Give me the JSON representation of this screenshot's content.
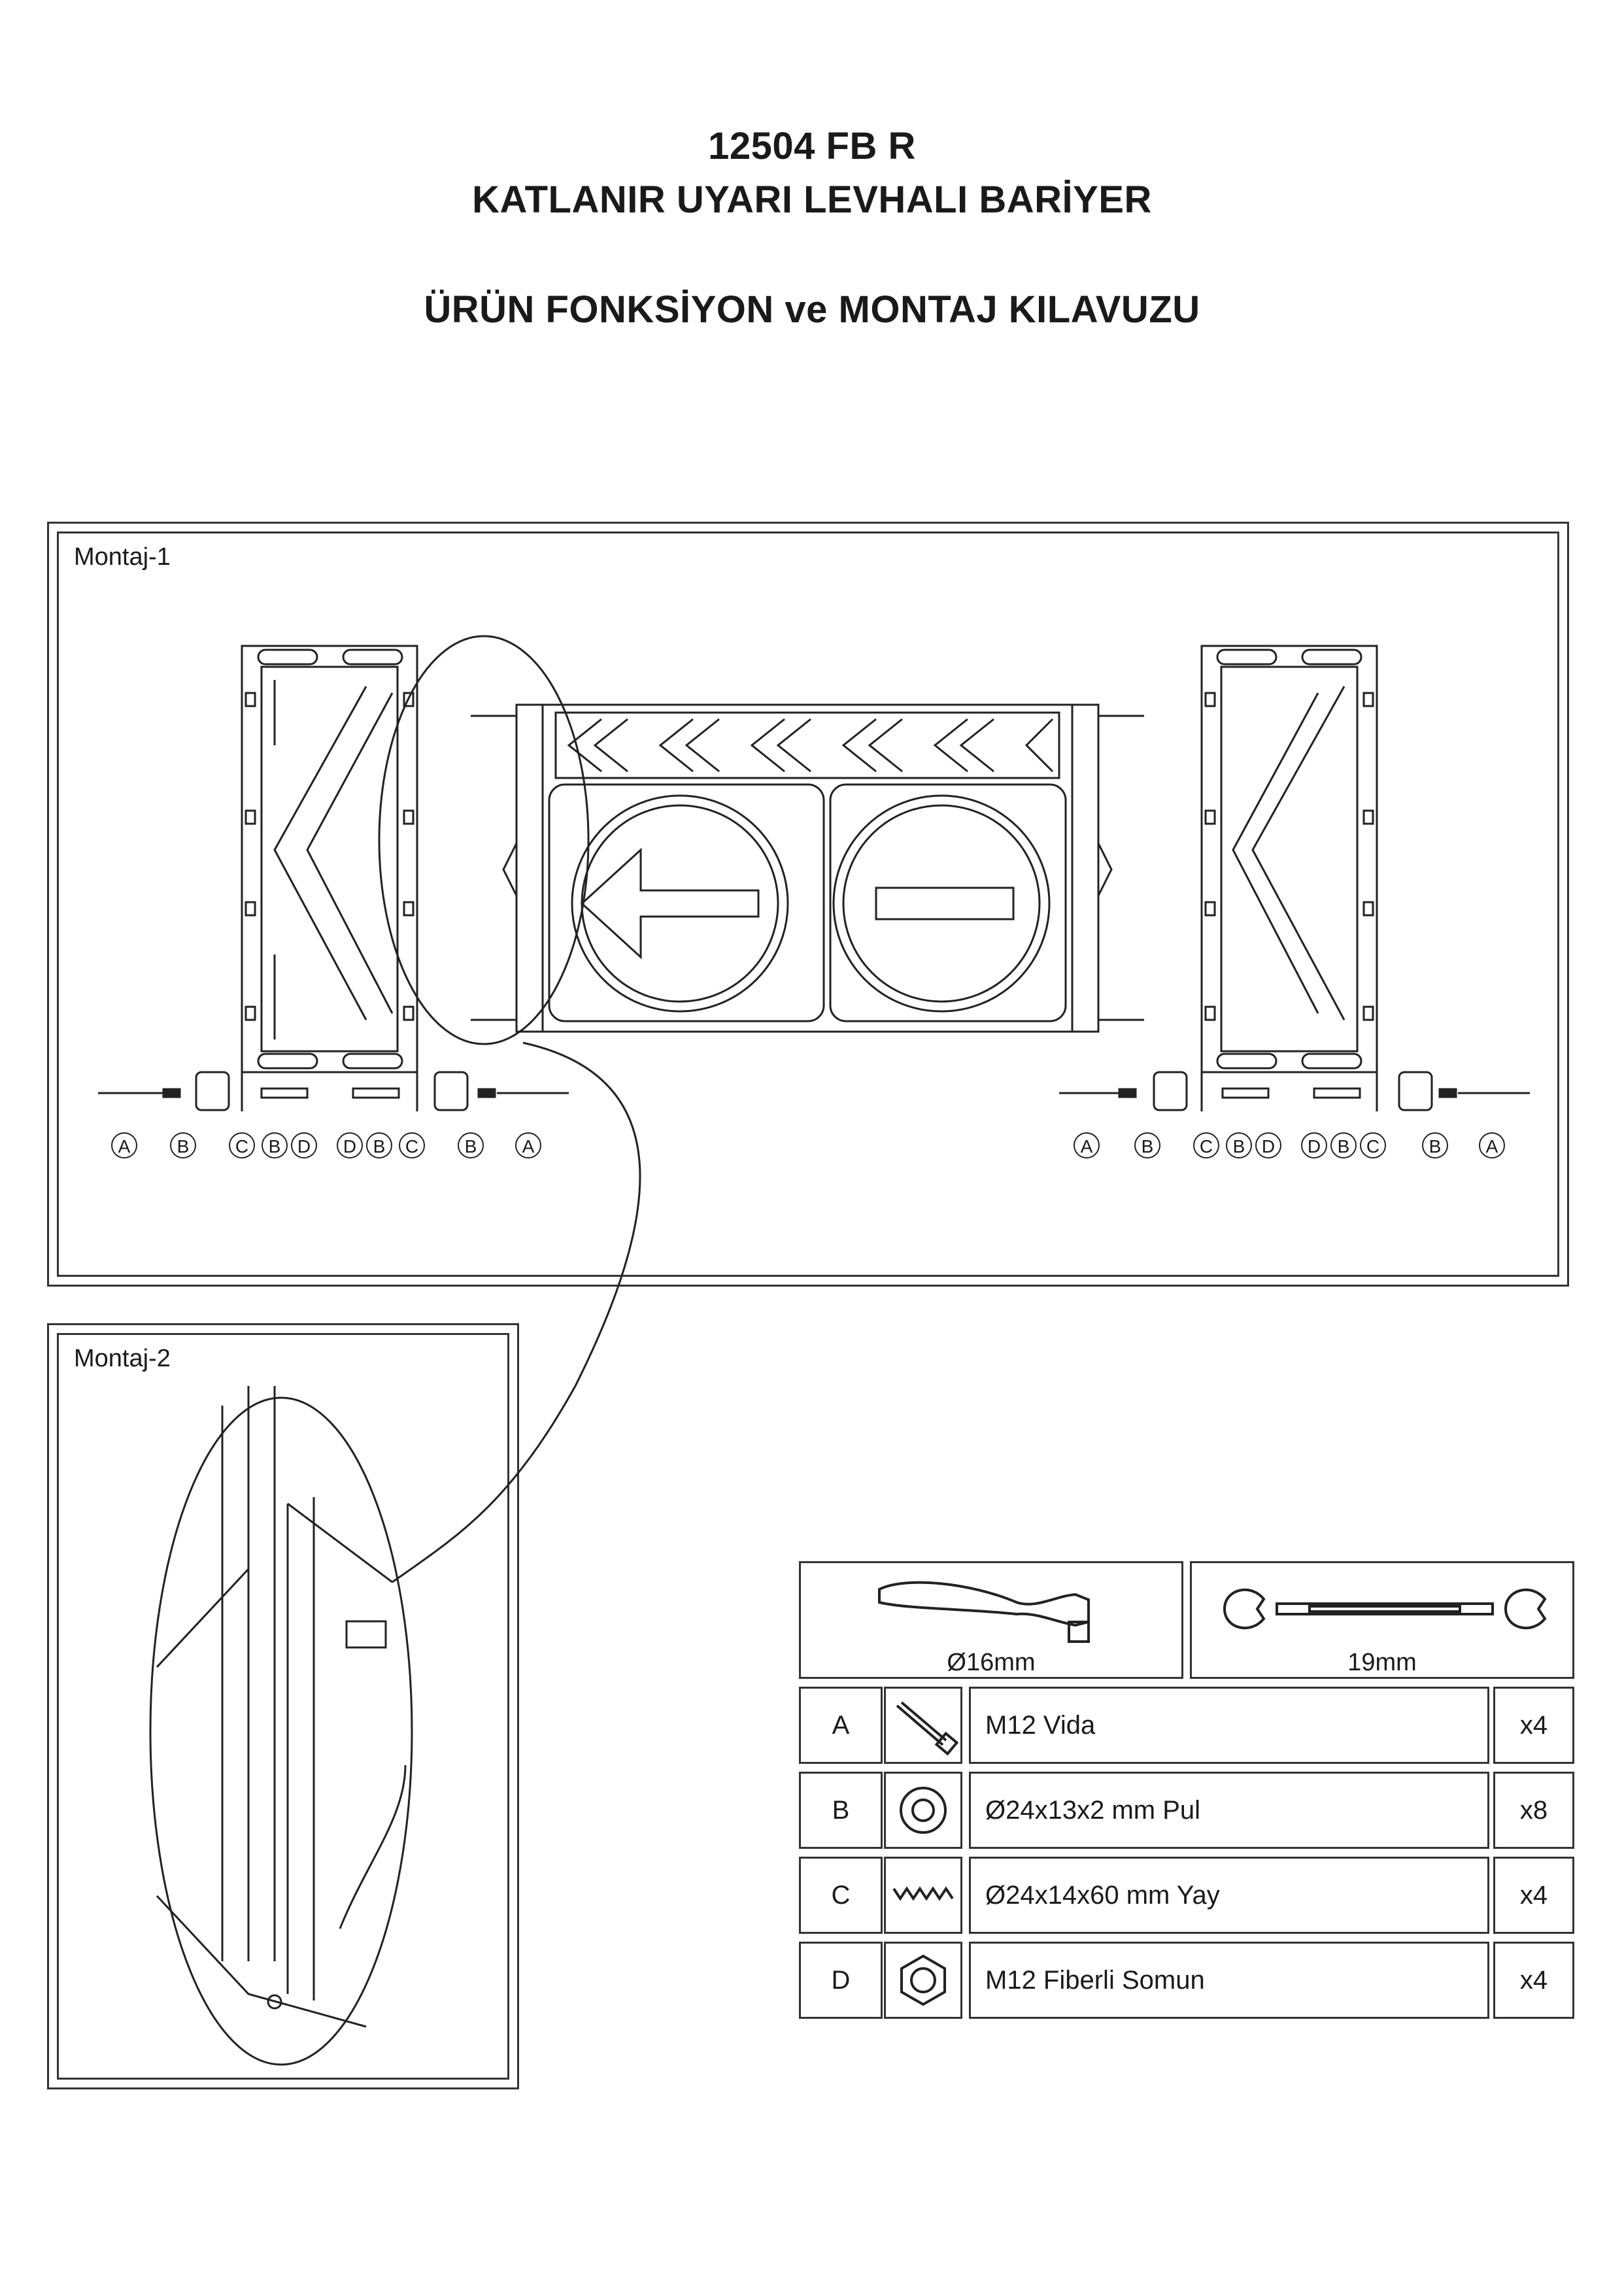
{
  "header": {
    "product_code": "12504 FB R",
    "product_name": "KATLANIR UYARI LEVHALI BARİYER",
    "guide_title": "ÜRÜN FONKSİYON ve MONTAJ KILAVUZU"
  },
  "montaj1": {
    "label": "Montaj-1",
    "callouts_left": [
      "A",
      "B",
      "C",
      "B",
      "D",
      "D",
      "B",
      "C",
      "B",
      "A"
    ],
    "callouts_right": [
      "A",
      "B",
      "C",
      "B",
      "D",
      "D",
      "B",
      "C",
      "B",
      "A"
    ]
  },
  "montaj2": {
    "label": "Montaj-2"
  },
  "tools": [
    {
      "label": "Ø16mm",
      "icon": "ratchet-icon"
    },
    {
      "label": "19mm",
      "icon": "wrench-icon"
    }
  ],
  "parts": [
    {
      "code": "A",
      "description": "M12 Vida",
      "qty": "x4",
      "icon": "bolt-icon"
    },
    {
      "code": "B",
      "description": "Ø24x13x2 mm Pul",
      "qty": "x8",
      "icon": "washer-icon"
    },
    {
      "code": "C",
      "description": "Ø24x14x60 mm Yay",
      "qty": "x4",
      "icon": "spring-icon"
    },
    {
      "code": "D",
      "description": "M12 Fiberli Somun",
      "qty": "x4",
      "icon": "nut-icon"
    }
  ]
}
